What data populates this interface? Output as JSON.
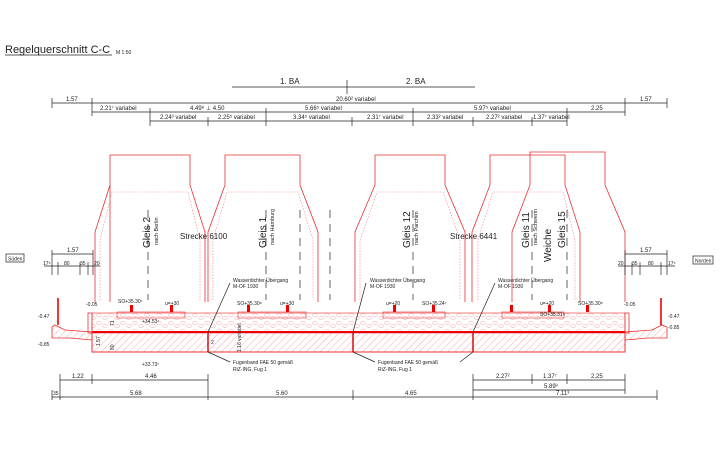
{
  "title": "Regelquerschnitt C-C",
  "scale": "M 1:50",
  "construction_phases": [
    "1. BA",
    "2. BA"
  ],
  "sides": {
    "left": "Süden",
    "right": "Norden"
  },
  "lines": [
    {
      "label": "Strecke 6100"
    },
    {
      "label": "Strecke 6441"
    }
  ],
  "tracks": [
    {
      "name": "Gleis 2",
      "direction": "nach Berlin"
    },
    {
      "name": "Gleis 1",
      "direction": "nach Hamburg"
    },
    {
      "name": "Gleis 12",
      "direction": "nach Parchim"
    },
    {
      "name": "Gleis 11",
      "direction": "nach Schwerin"
    },
    {
      "name": "Gleis 15",
      "direction": ""
    }
  ],
  "switch_label": "Weiche",
  "top_dimensions": {
    "row1": [
      "1.57",
      "20.60² variabel",
      "1.57"
    ],
    "row2": [
      "2.21⁷ variabel",
      "4.49⁸ ⊥ 4.50",
      "5.66⁵ variabel",
      "5.97⁵ variabel",
      "2.25"
    ],
    "row3": [
      "2.24³ variabel",
      "2.25⁵ variabel",
      "3.34⁵ variabel",
      "2.31⁷ variabel",
      "2.33² variabel",
      "2.27² variabel",
      "1.37⁷ variabel"
    ]
  },
  "cap_dimensions": {
    "left": [
      "1.57",
      "17⁵",
      "80",
      "35",
      "20"
    ],
    "right": [
      "1.57",
      "20",
      "35",
      "80",
      "17⁵"
    ]
  },
  "bottom_dimensions": {
    "row1_left": [
      "1.22",
      "4.46"
    ],
    "row1_right": [
      "2.27²",
      "1.37⁷",
      "2.25"
    ],
    "row2_right": [
      "5.89³"
    ],
    "row3": [
      "35",
      "5.68",
      "5.60",
      "4.65",
      "7.11³"
    ]
  },
  "notes": {
    "waterproof": [
      "Wasserdichter Übergang",
      "M-OF 1930"
    ],
    "joint": [
      "Fugenband FAE 50 gemäß",
      "RiZ-ING, Fug 1"
    ]
  },
  "elevations": {
    "so_left": "SO+35.30⁷",
    "ballast_top": "+34.53⁷",
    "slab_bottom": "+33.73⁷",
    "u1": "u=+30",
    "u2": "u=+30",
    "so2": "SO+35.30⁸",
    "u3": "u=+20",
    "so3": "SO+35.24⁷",
    "u4": "u=+20",
    "so4": "SO+35.31⁹",
    "so5": "SO+35.30⁸",
    "cap_left_a": "-0.05",
    "cap_left_b": "-0.47",
    "cap_left_c": "-0.85",
    "cap_right_a": "-0.05",
    "cap_right_b": "-0.47",
    "cap_right_c": "-0.85"
  },
  "section_dims": [
    "71",
    "1.57",
    "80",
    "2",
    "1.16 variabel"
  ],
  "colors": {
    "drawing_red": "#e83030",
    "ink": "#222222"
  }
}
